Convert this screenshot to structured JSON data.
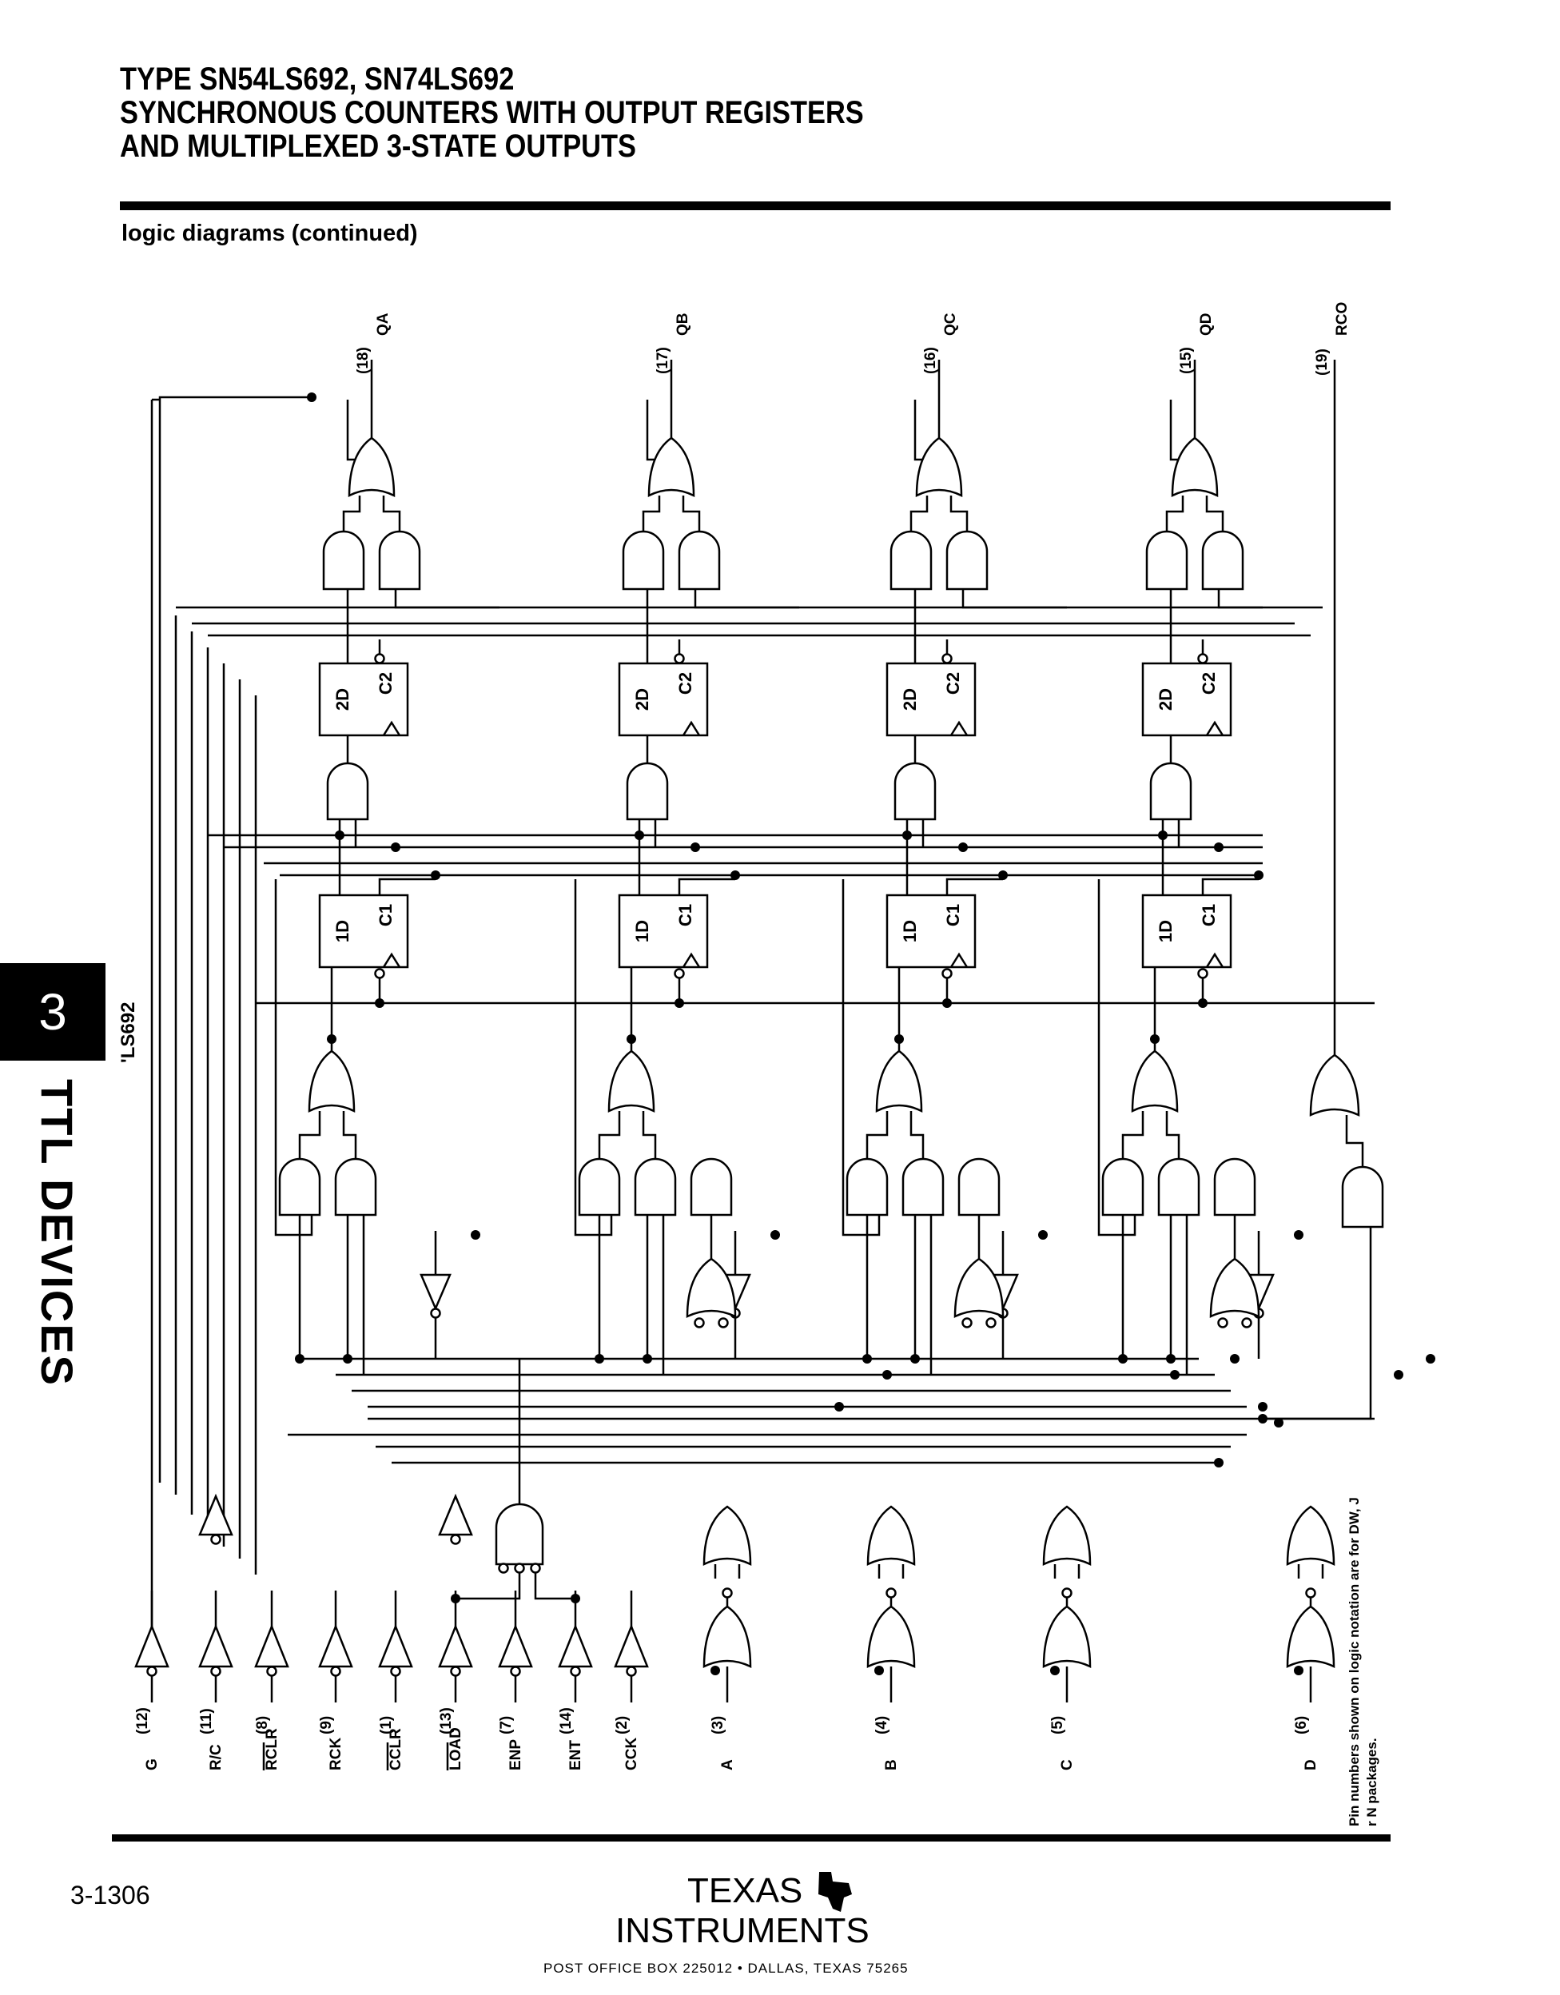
{
  "header": {
    "title_lines": [
      "TYPE SN54LS692, SN74LS692",
      "SYNCHRONOUS COUNTERS WITH OUTPUT REGISTERS",
      "AND MULTIPLEXED 3-STATE OUTPUTS"
    ],
    "subtitle": "logic diagrams (continued)"
  },
  "side_tab": {
    "number": "3",
    "label": "TTL DEVICES"
  },
  "diagram": {
    "device_label": "'LS692",
    "outputs": [
      {
        "pin": "(18)",
        "name": "QA"
      },
      {
        "pin": "(17)",
        "name": "QB"
      },
      {
        "pin": "(16)",
        "name": "QC"
      },
      {
        "pin": "(15)",
        "name": "QD"
      },
      {
        "pin": "(19)",
        "name": "RCO"
      }
    ],
    "inputs": [
      {
        "pin": "(12)",
        "name": "G"
      },
      {
        "pin": "(11)",
        "name": "R/C"
      },
      {
        "pin": "(8)",
        "name": "RCLR"
      },
      {
        "pin": "(9)",
        "name": "RCK"
      },
      {
        "pin": "(1)",
        "name": "CCLR"
      },
      {
        "pin": "(13)",
        "name": "LOAD"
      },
      {
        "pin": "(7)",
        "name": "ENP"
      },
      {
        "pin": "(14)",
        "name": "ENT"
      },
      {
        "pin": "(2)",
        "name": "CCK"
      },
      {
        "pin": "(3)",
        "name": "A"
      },
      {
        "pin": "(4)",
        "name": "B"
      },
      {
        "pin": "(5)",
        "name": "C"
      },
      {
        "pin": "(6)",
        "name": "D"
      }
    ],
    "register_labels": {
      "out_data": "2D",
      "out_clock": "C2",
      "in_data": "1D",
      "in_clock": "C1"
    },
    "note": "Pin numbers shown on logic notation are for DW, J or N packages."
  },
  "footer": {
    "page_number": "3-1306",
    "company_line1": "TEXAS",
    "company_line2": "INSTRUMENTS",
    "address": "POST OFFICE BOX 225012 • DALLAS, TEXAS 75265"
  }
}
